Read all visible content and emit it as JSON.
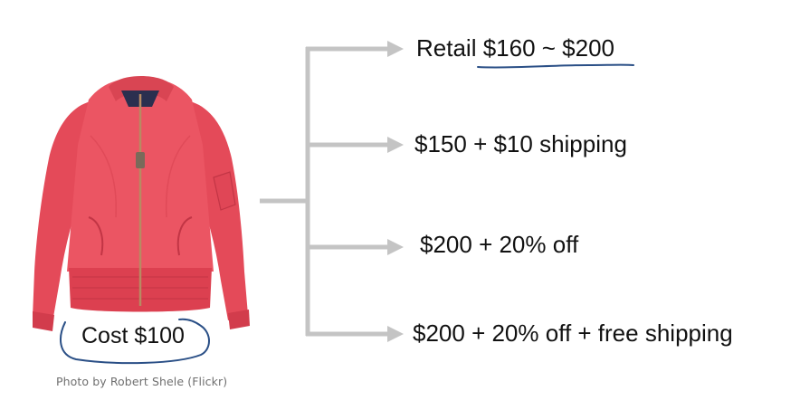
{
  "pricing_options": [
    {
      "label": "Retail $160 ~ $200"
    },
    {
      "label": "$150 + $10 shipping"
    },
    {
      "label": "$200 + 20% off"
    },
    {
      "label": "$200 + 20% off + free shipping"
    }
  ],
  "cost_label": "Cost $100",
  "photo_credit": "Photo by Robert Shele (Flickr)",
  "colors": {
    "jacket": "#e8505e",
    "connector": "#c4c4c4",
    "ink": "#2a4f86"
  }
}
